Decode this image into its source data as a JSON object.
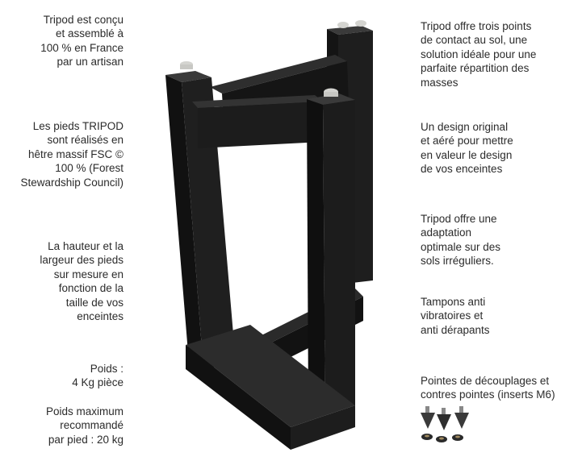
{
  "left_features": [
    {
      "lines": [
        "Tripod est conçu",
        "et assemblé à",
        "100 % en France",
        "par un artisan"
      ]
    },
    {
      "lines": [
        "Les pieds TRIPOD",
        "sont réalisés en",
        "hêtre massif FSC ©",
        "100 % (Forest",
        "Stewardship Council)"
      ]
    },
    {
      "lines": [
        "La hauteur et la",
        "largeur des pieds",
        "sur mesure en",
        "fonction de la",
        "taille de vos",
        "enceintes"
      ]
    },
    {
      "lines": [
        "Poids :",
        "4 Kg pièce"
      ]
    },
    {
      "lines": [
        "Poids maximum",
        "recommandé",
        "par pied : 20 kg"
      ]
    }
  ],
  "right_features": [
    {
      "lines": [
        "Tripod offre trois points",
        "de contact au sol, une",
        "solution idéale pour une",
        "parfaite répartition des",
        "masses"
      ]
    },
    {
      "lines": [
        "Un design original",
        "et aéré pour mettre",
        "en valeur le design",
        "de vos enceintes"
      ]
    },
    {
      "lines": [
        "Tripod offre une",
        "adaptation",
        "optimale sur des",
        "sols irréguliers."
      ]
    },
    {
      "lines": [
        "Tampons anti",
        "vibratoires et",
        "anti dérapants"
      ]
    },
    {
      "lines": [
        "Pointes de découplages et",
        "contres pointes  (inserts M6)"
      ]
    }
  ],
  "colors": {
    "text": "#2b2b2b",
    "stand_front": "#1c1c1c",
    "stand_side": "#0e0e0e",
    "stand_top": "#3a3a3a",
    "pad": "#d4d4d0",
    "spike": "#3a3a3a"
  },
  "illustration": {
    "product": "black wooden three-legged speaker stand",
    "accessories": "decoupling spikes and counter-spikes"
  }
}
